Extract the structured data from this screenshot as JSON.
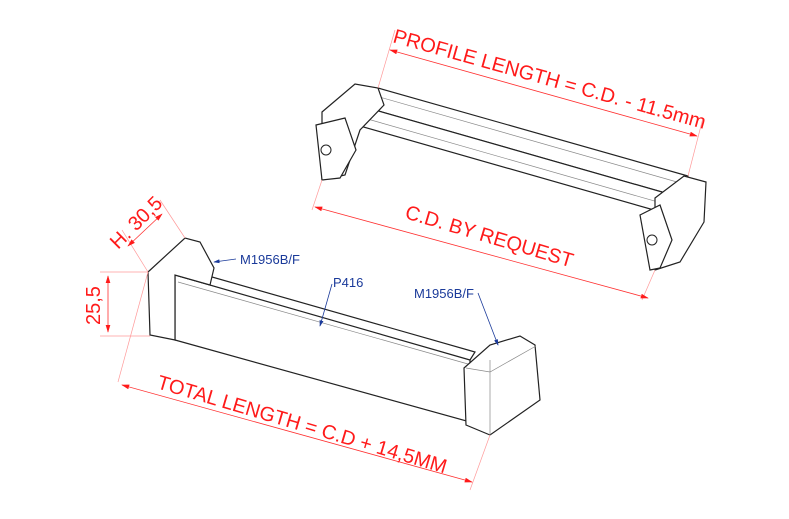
{
  "dimensions": {
    "profile_length": "PROFILE LENGTH = C.D. - 11.5mm",
    "cd": "C.D. BY REQUEST",
    "total_length": "TOTAL LENGTH = C.D + 14,5MM",
    "height": "H. 30,5",
    "depth": "25,5"
  },
  "labels": {
    "end_cap_left": "M1956B/F",
    "profile": "P416",
    "end_cap_right": "M1956B/F"
  },
  "colors": {
    "dimension": "#ff1a1a",
    "label": "#1a3a9a"
  }
}
